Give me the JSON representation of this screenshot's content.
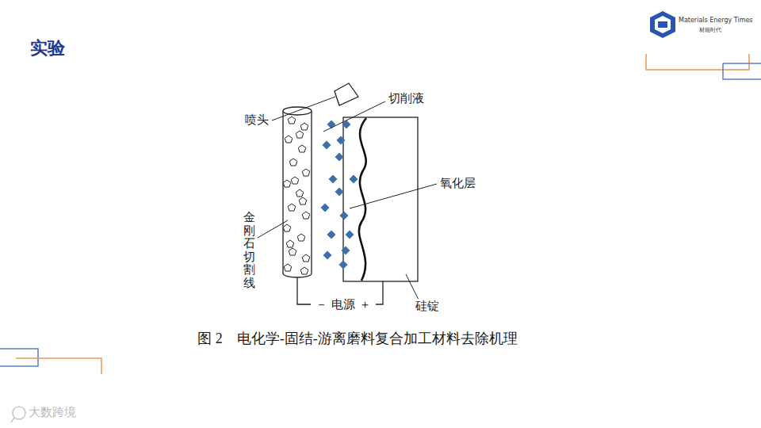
{
  "diagram": {
    "title": "实验",
    "caption": "图 2　电化学-固结-游离磨料复合加工材料去除机理",
    "labels": [
      "喷头",
      "切削液",
      "氧化层",
      "金刚石切割线",
      "－ 电源 ＋",
      "硅锭",
      "Materials Energy Times",
      "材能时代",
      "大数跨境"
    ]
  }
}
